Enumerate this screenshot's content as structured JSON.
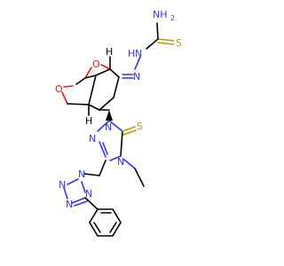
{
  "colors": {
    "carbon": "#000000",
    "nitrogen": "#3333ff",
    "oxygen": "#ff0d0d",
    "sulfur": "#b2a100",
    "background": "#ffffff"
  },
  "atoms": {
    "nh2_label": "NH",
    "nh2_sub": "2",
    "s_top": "S",
    "nh_hydrazone": "N",
    "h_hydrazone": "H",
    "n_imine": "N",
    "o_bridge_top": "O",
    "o_ring_left": "O",
    "h_top": "H",
    "h_bottom": "H",
    "n_triazole_1": "N",
    "n_triazole_2": "N",
    "n_triazole_4": "N",
    "s_thione": "S",
    "n_tz_1": "N",
    "n_tz_2": "N",
    "n_tz_3": "N",
    "n_tz_4": "N"
  }
}
